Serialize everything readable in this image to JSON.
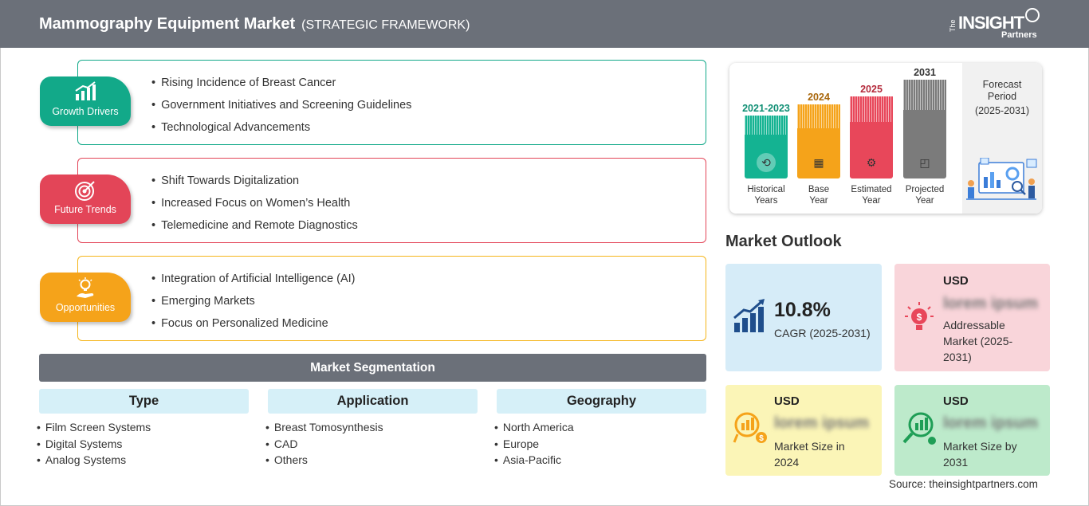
{
  "header": {
    "title": "Mammography Equipment Market",
    "subtitle": "(STRATEGIC FRAMEWORK)",
    "logo": {
      "the": "The",
      "insight": "INSIGHT",
      "partners": "Partners"
    }
  },
  "framework": {
    "growth": {
      "label": "Growth Drivers",
      "color": "#12a989",
      "items": [
        "Rising Incidence of Breast Cancer",
        "Government Initiatives and Screening Guidelines",
        "Technological Advancements"
      ]
    },
    "trends": {
      "label": "Future Trends",
      "color": "#e34558",
      "items": [
        "Shift Towards Digitalization",
        "Increased Focus on Women’s Health",
        "Telemedicine and Remote Diagnostics"
      ]
    },
    "opportunities": {
      "label": "Opportunities",
      "color": "#f5a31a",
      "items": [
        "Integration of Artificial Intelligence (AI)",
        "Emerging Markets",
        "Focus on Personalized Medicine"
      ]
    }
  },
  "segmentation": {
    "title": "Market Segmentation",
    "columns": [
      {
        "head": "Type",
        "items": [
          "Film Screen Systems",
          "Digital Systems",
          "Analog Systems"
        ]
      },
      {
        "head": "Application",
        "items": [
          "Breast Tomosynthesis",
          "CAD",
          "Others"
        ]
      },
      {
        "head": "Geography",
        "items": [
          "North America",
          "Europe",
          "Asia-Pacific"
        ]
      }
    ]
  },
  "timeline": {
    "bars": [
      {
        "year": "2021-2023",
        "cap1": "Historical",
        "cap2": "Years",
        "color": "#14b392",
        "label_color": "#0f8f74"
      },
      {
        "year": "2024",
        "cap1": "Base",
        "cap2": "Year",
        "color": "#f5a31a",
        "label_color": "#a8660a"
      },
      {
        "year": "2025",
        "cap1": "Estimated",
        "cap2": "Year",
        "color": "#e8475a",
        "label_color": "#b42a3b"
      },
      {
        "year": "2031",
        "cap1": "Projected",
        "cap2": "Year",
        "color": "#7b7b7b",
        "label_color": "#333333"
      }
    ],
    "forecast": {
      "line1": "Forecast",
      "line2": "Period",
      "line3": "(2025-2031)"
    }
  },
  "outlook": {
    "title": "Market Outlook",
    "cagr": {
      "value": "10.8%",
      "label": "CAGR (2025-2031)"
    },
    "addressable": {
      "usd": "USD",
      "value": "lorem ipsum",
      "desc1": "Addressable",
      "desc2": "Market (2025-",
      "desc3": "2031)"
    },
    "size2024": {
      "usd": "USD",
      "value": "lorem ipsum",
      "desc1": "Market Size in",
      "desc2": "2024"
    },
    "size2031": {
      "usd": "USD",
      "value": "lorem ipsum",
      "desc1": "Market Size by",
      "desc2": "2031"
    }
  },
  "source": "Source: theinsightpartners.com"
}
